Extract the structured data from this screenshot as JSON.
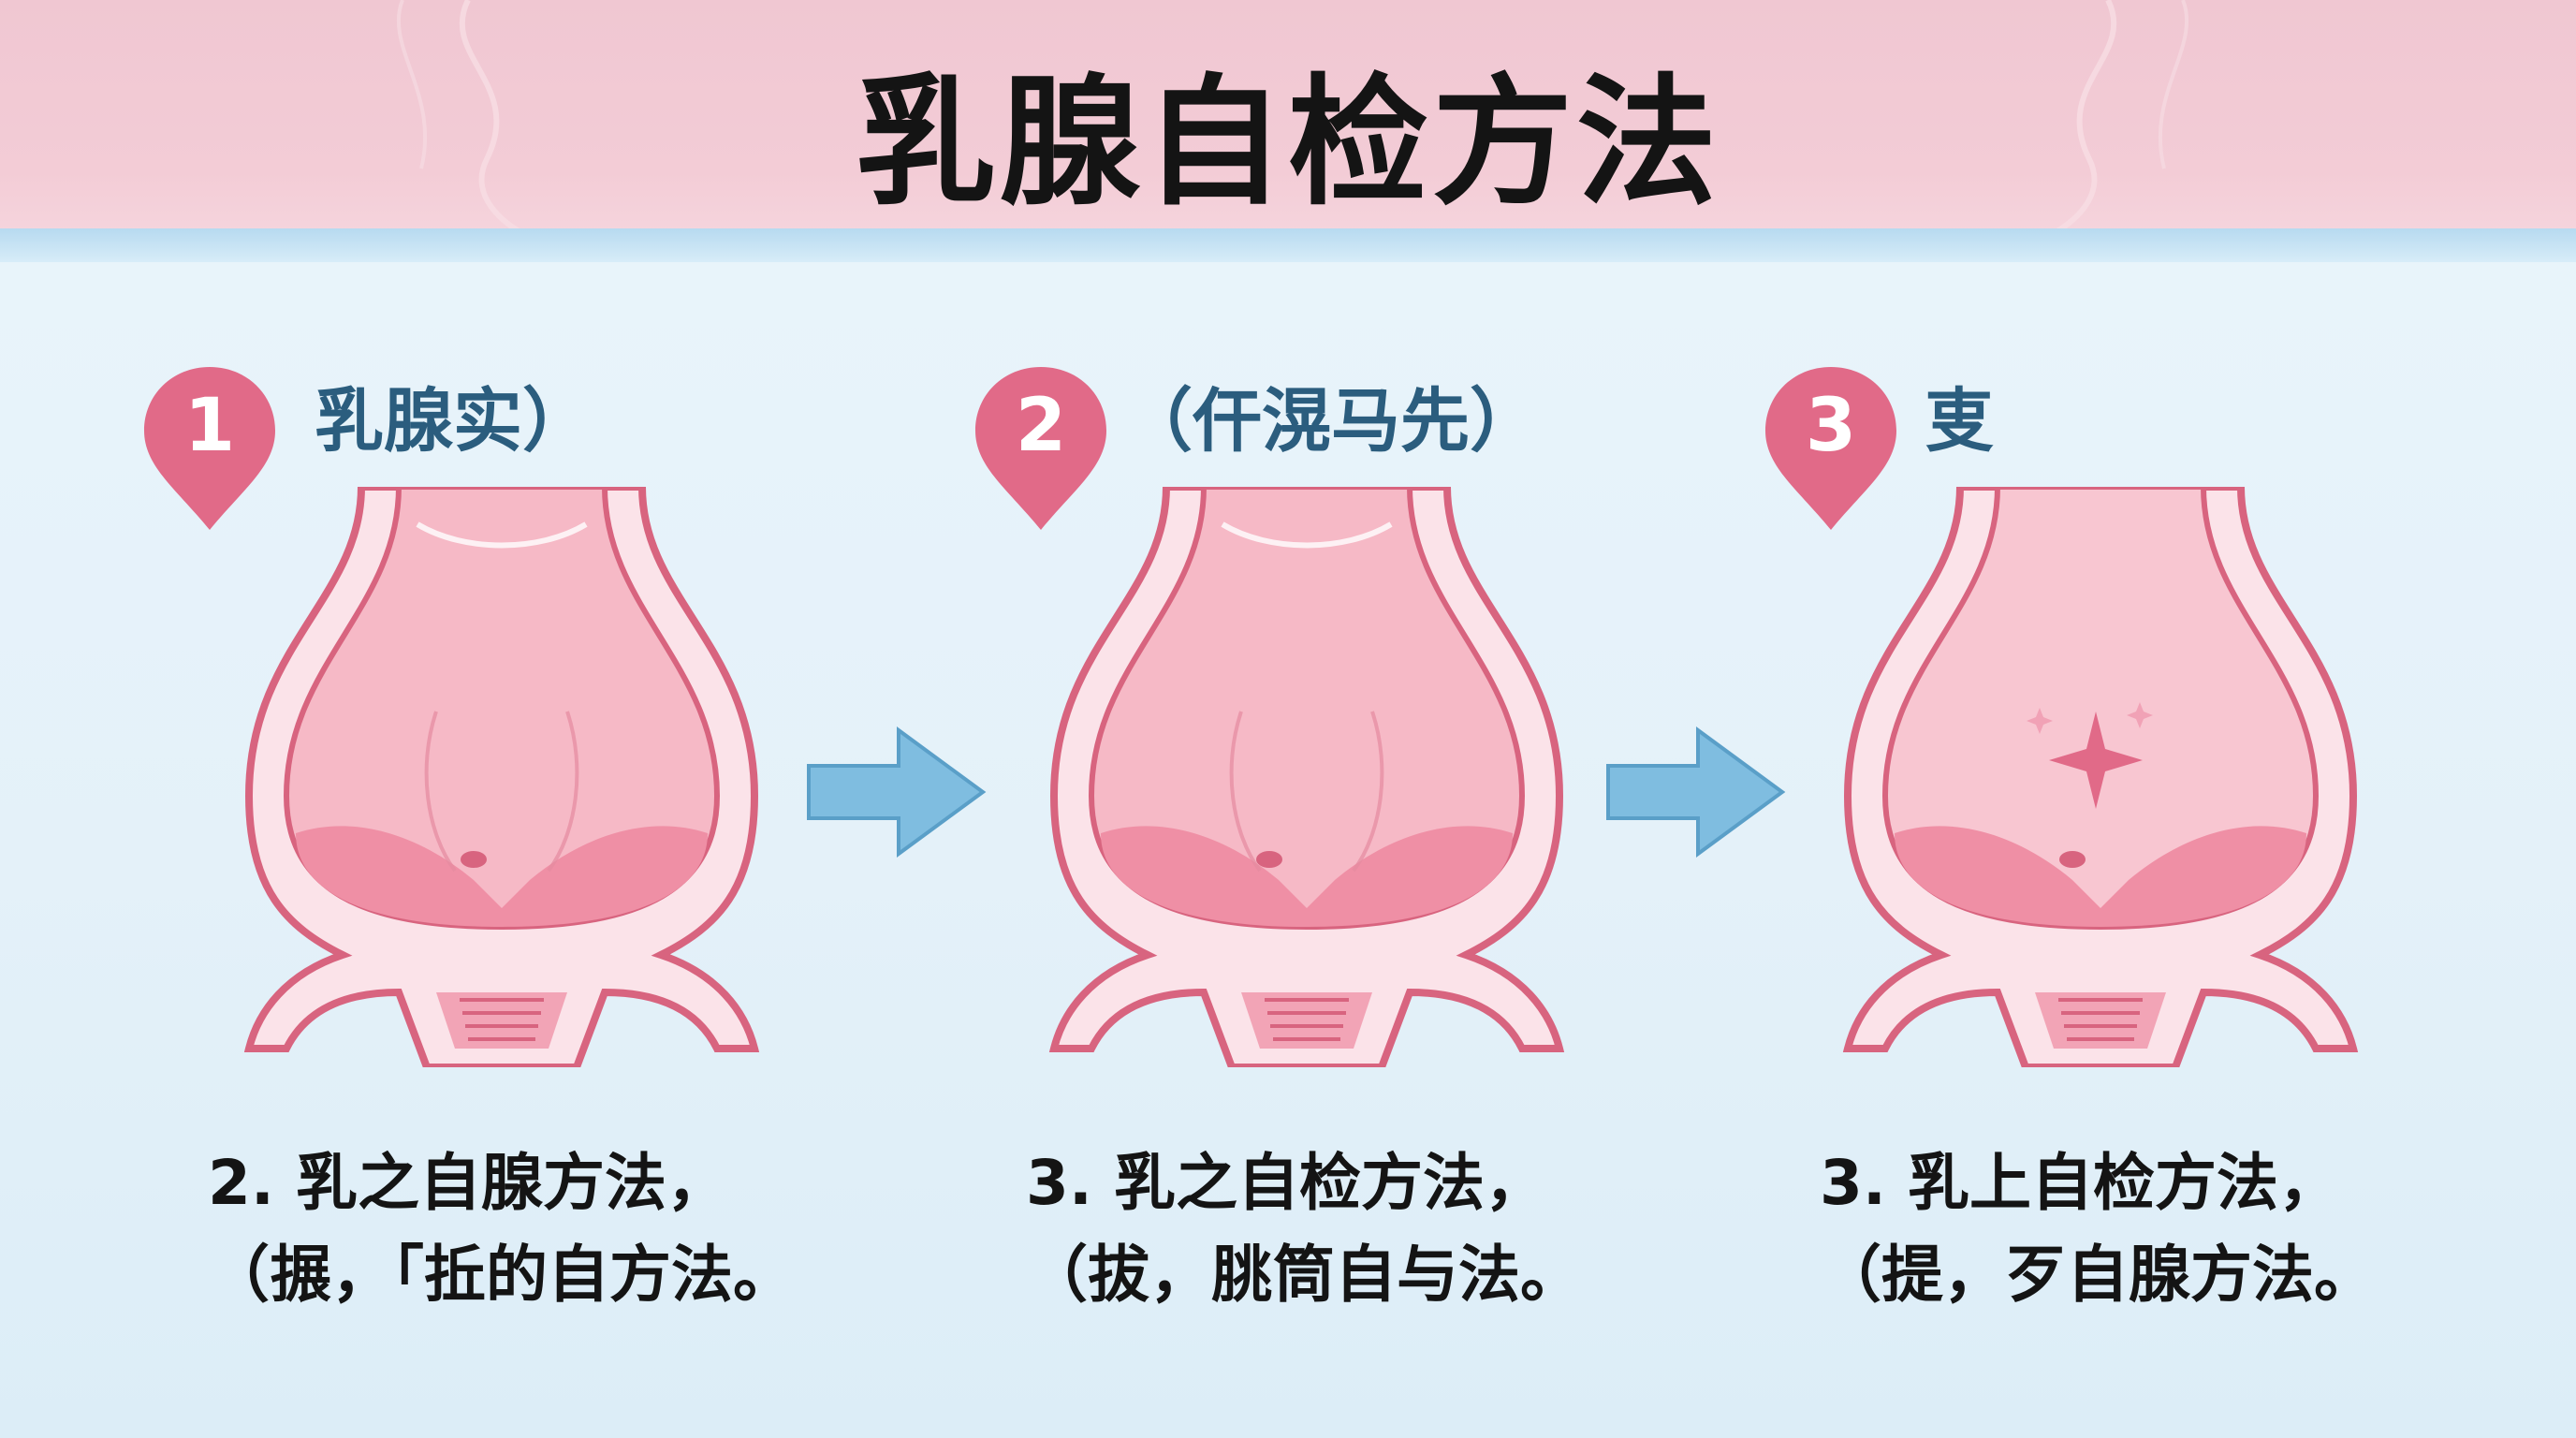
{
  "title": "乳腺自检方法",
  "colors": {
    "header_pink": "#f3ccd6",
    "pin_pink": "#e16a88",
    "arrow_blue": "#7fbde0",
    "label_blue": "#2b5d7e",
    "tissue_pink": "#f4a9b9",
    "outline": "#d8647f"
  },
  "steps": [
    {
      "number": "1",
      "label": "乳腺实）",
      "caption_line1": "2. 乳之自腺方法，",
      "caption_line2": "（搌，「拞的自方法。",
      "has_sparkle": false
    },
    {
      "number": "2",
      "label": "（仠滉马先）",
      "caption_line1": "3. 乳之自检方法，",
      "caption_line2": "（拔，朓筒自与法。",
      "has_sparkle": false
    },
    {
      "number": "3",
      "label": "叓",
      "caption_line1": "3. 乳上自检方法，",
      "caption_line2": "（提，⽍自腺方法。",
      "has_sparkle": true
    }
  ],
  "icons": [
    "location-pin-icon",
    "arrow-right-icon",
    "sparkle-icon"
  ]
}
